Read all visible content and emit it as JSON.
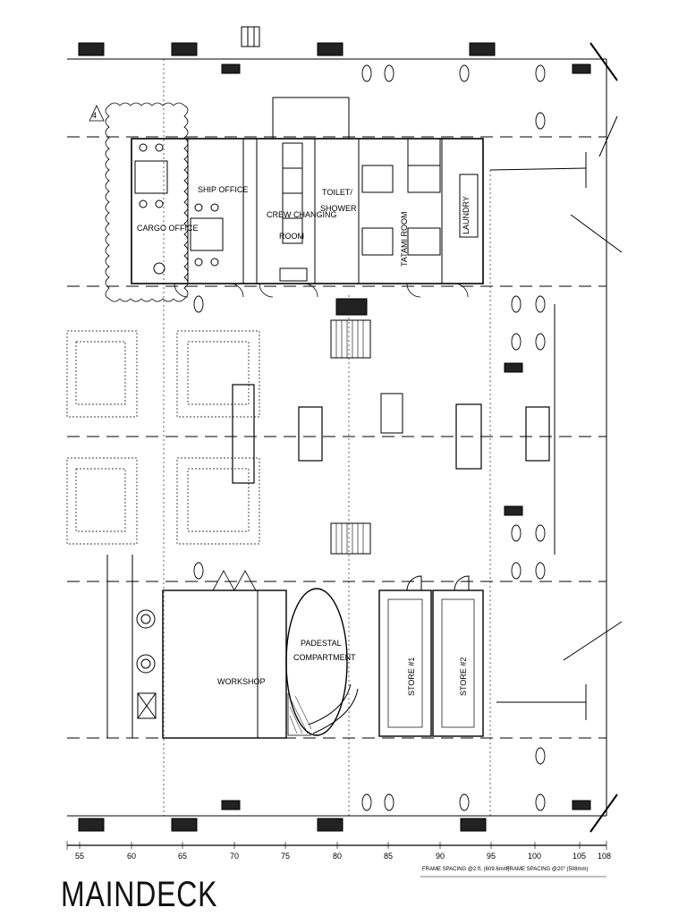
{
  "drawing": {
    "title": "MAINDECK",
    "grid_marker": "4"
  },
  "rooms": {
    "cargo_office": "CARGO OFFICE",
    "ship_office": "SHIP OFFICE",
    "crew_changing": [
      "CREW CHANGING",
      "ROOM"
    ],
    "toilet": [
      "TOILET/",
      "SHOWER"
    ],
    "tatami": "TATAMI ROOM",
    "laundry": "LAUNDRY",
    "workshop": "WORKSHOP",
    "pedestal": [
      "PADESTAL",
      "COMPARTMENT"
    ],
    "store1": "STORE #1",
    "store2": "STORE #2"
  },
  "scale": {
    "frames": [
      "55",
      "60",
      "65",
      "70",
      "75",
      "80",
      "85",
      "90",
      "95",
      "100",
      "105",
      "108"
    ],
    "spacing_note_1": "FRAME SPACING @2 ft. (609.6mm)",
    "spacing_note_2": "FRAME SPACING @20\" (508mm)"
  }
}
